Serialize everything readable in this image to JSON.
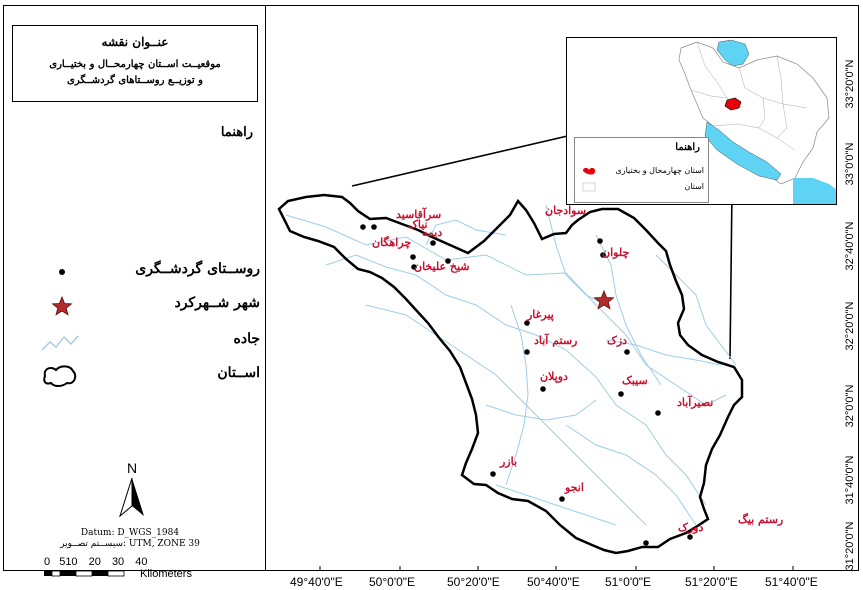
{
  "title": {
    "heading": "عنــوان نقشه",
    "line1": "موقعیــت اســتان چهارمحــال و بختیــاری",
    "line2": "و توزیــع روســتاهای گردشــگری"
  },
  "legend": {
    "heading": "راهنما",
    "items": [
      {
        "label": "روســتای گردشــگری",
        "symbol": "dot"
      },
      {
        "label": "شهر شــهرکرد",
        "symbol": "star"
      },
      {
        "label": "جاده",
        "symbol": "road"
      },
      {
        "label": "اســتان",
        "symbol": "province"
      }
    ]
  },
  "north_arrow": {
    "letter": "N"
  },
  "datum": {
    "line1": "Datum: D_WGS_1984",
    "line2": "سیســتم تصــویر: UTM, ZONE 39"
  },
  "scale_bar": {
    "ticks": [
      "0",
      "5",
      "10",
      "20",
      "30",
      "40"
    ],
    "unit": "Kilometers"
  },
  "x_axis_labels": [
    "49°40'0\"E",
    "50°0'0\"E",
    "50°20'0\"E",
    "50°40'0\"E",
    "51°0'0\"E",
    "51°20'0\"E",
    "51°40'0\"E"
  ],
  "y_axis_labels": [
    "33°20'0\"N",
    "33°0'0\"N",
    "32°40'0\"N",
    "32°20'0\"N",
    "32°0'0\"N",
    "31°40'0\"N",
    "31°20'0\"N"
  ],
  "inset": {
    "legend_heading": "راهنما",
    "items": [
      {
        "label": "استان چهارمحال و بختیاری",
        "color": "#e8000b"
      },
      {
        "label": "استان",
        "color": "#ffffff"
      }
    ],
    "water_color": "#5ed3f3"
  },
  "villages": [
    {
      "name": "سرآقاسید"
    },
    {
      "name": "نیاک"
    },
    {
      "name": "دیمه"
    },
    {
      "name": "چراهگان"
    },
    {
      "name": "شیخ علیخان"
    },
    {
      "name": "سوادجان"
    },
    {
      "name": "چلوان"
    },
    {
      "name": "پیرغار"
    },
    {
      "name": "رستم آباد"
    },
    {
      "name": "دزک"
    },
    {
      "name": "دوپلان"
    },
    {
      "name": "سیبک"
    },
    {
      "name": "نصیرآباد"
    },
    {
      "name": "بازر"
    },
    {
      "name": "انجو"
    },
    {
      "name": "دورک"
    },
    {
      "name": "رستم بیگ"
    }
  ],
  "colors": {
    "village_label": "#c8102e",
    "road": "#9fcde6",
    "boundary": "#000000",
    "star": "#b32b2b"
  }
}
